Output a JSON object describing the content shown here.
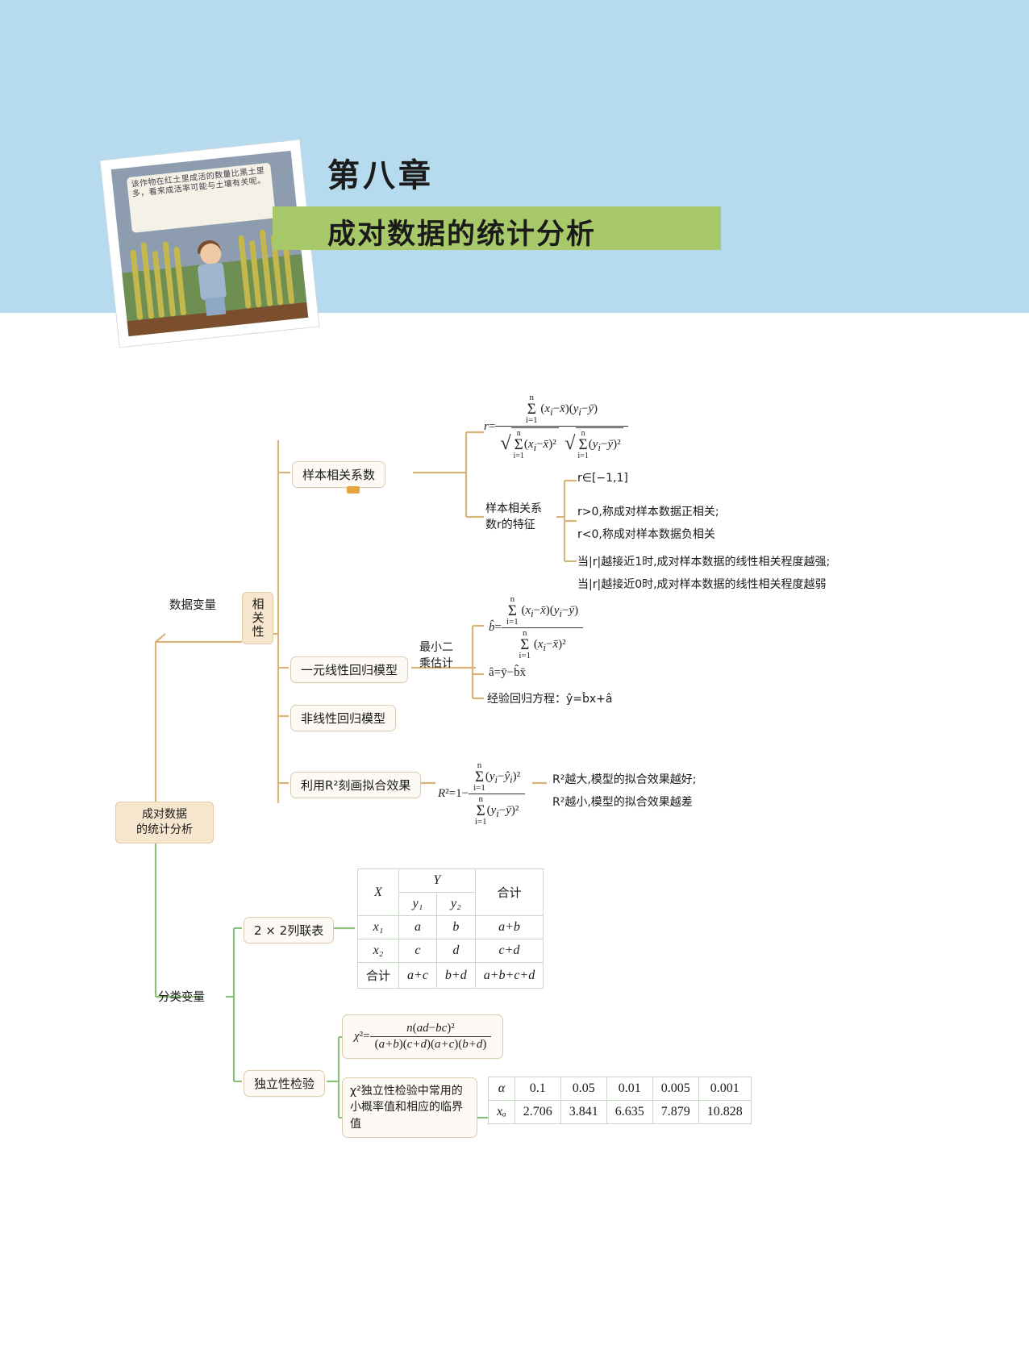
{
  "header": {
    "chapter": "第八章",
    "title": "成对数据的统计分析",
    "photo_caption": "该作物在红土里成活的数量比黑土里多，看来成活率可能与土壤有关呢。",
    "banner_color": "#b6dbef",
    "title_bar_color": "#a8c96a"
  },
  "map": {
    "root": "成对数据\n的统计分析",
    "branch_correlation": {
      "label_variable": "数据变量",
      "label_vertical": "相关性",
      "nodes": {
        "sample_corr": "样本相关系数",
        "linear_model": "一元线性回归模型",
        "nonlinear_model": "非线性回归模型",
        "r_squared": "利用R²刻画拟合效果",
        "least_squares": "最小二\n乘估计",
        "corr_features_label": "样本相关系\n数r的特征"
      },
      "formulas": {
        "r_formula": "r = Σ(xᵢ−x̄)(yᵢ−ȳ) / √(Σ(xᵢ−x̄)²)·√(Σ(yᵢ−ȳ)²)",
        "b_hat": "b̂ = Σ(xᵢ−x̄)(yᵢ−ȳ) / Σ(xᵢ−x̄)²",
        "a_hat": "â=ȳ−b̂x̄",
        "empirical": "经验回归方程：ŷ=b̂x+â",
        "r2_formula": "R²=1− Σ(yᵢ−ŷᵢ)² / Σ(yᵢ−ȳ)²"
      },
      "corr_features": [
        "r∈[−1,1]",
        "r>0,称成对样本数据正相关;",
        "r<0,称成对样本数据负相关",
        "当|r|越接近1时,成对样本数据的线性相关程度越强;",
        "当|r|越接近0时,成对样本数据的线性相关程度越弱"
      ],
      "r2_notes": [
        "R²越大,模型的拟合效果越好;",
        "R²越小,模型的拟合效果越差"
      ]
    },
    "branch_categorical": {
      "label_variable": "分类变量",
      "nodes": {
        "contingency": "2 × 2列联表",
        "independence": "独立性检验",
        "critical_note": "χ²独立性检验中常用的小概率值和相应的临界值"
      },
      "chi_formula": "χ² = n(ad−bc)² / (a+b)(c+d)(a+c)(b+d)"
    }
  },
  "contingency_table": {
    "corner": "X",
    "y_header": "Y",
    "y_cols": [
      "y₁",
      "y₂"
    ],
    "total_header": "合计",
    "total_row_label": "合计",
    "rows": [
      {
        "label": "x₁",
        "cells": [
          "a",
          "b"
        ],
        "total": "a+b"
      },
      {
        "label": "x₂",
        "cells": [
          "c",
          "d"
        ],
        "total": "c+d"
      }
    ],
    "col_totals": [
      "a+c",
      "b+d"
    ],
    "grand_total": "a+b+c+d"
  },
  "critical_table": {
    "row_labels": [
      "α",
      "xₐ"
    ],
    "alpha": [
      "0.1",
      "0.05",
      "0.01",
      "0.005",
      "0.001"
    ],
    "x_alpha": [
      "2.706",
      "3.841",
      "6.635",
      "7.879",
      "10.828"
    ]
  },
  "colors": {
    "branch_orange": "#d9b47a",
    "branch_green": "#8cbf7a",
    "node_fill": "#fdfaf5",
    "root_fill": "#f6e6cd",
    "table_border": "#c8d8c4"
  }
}
